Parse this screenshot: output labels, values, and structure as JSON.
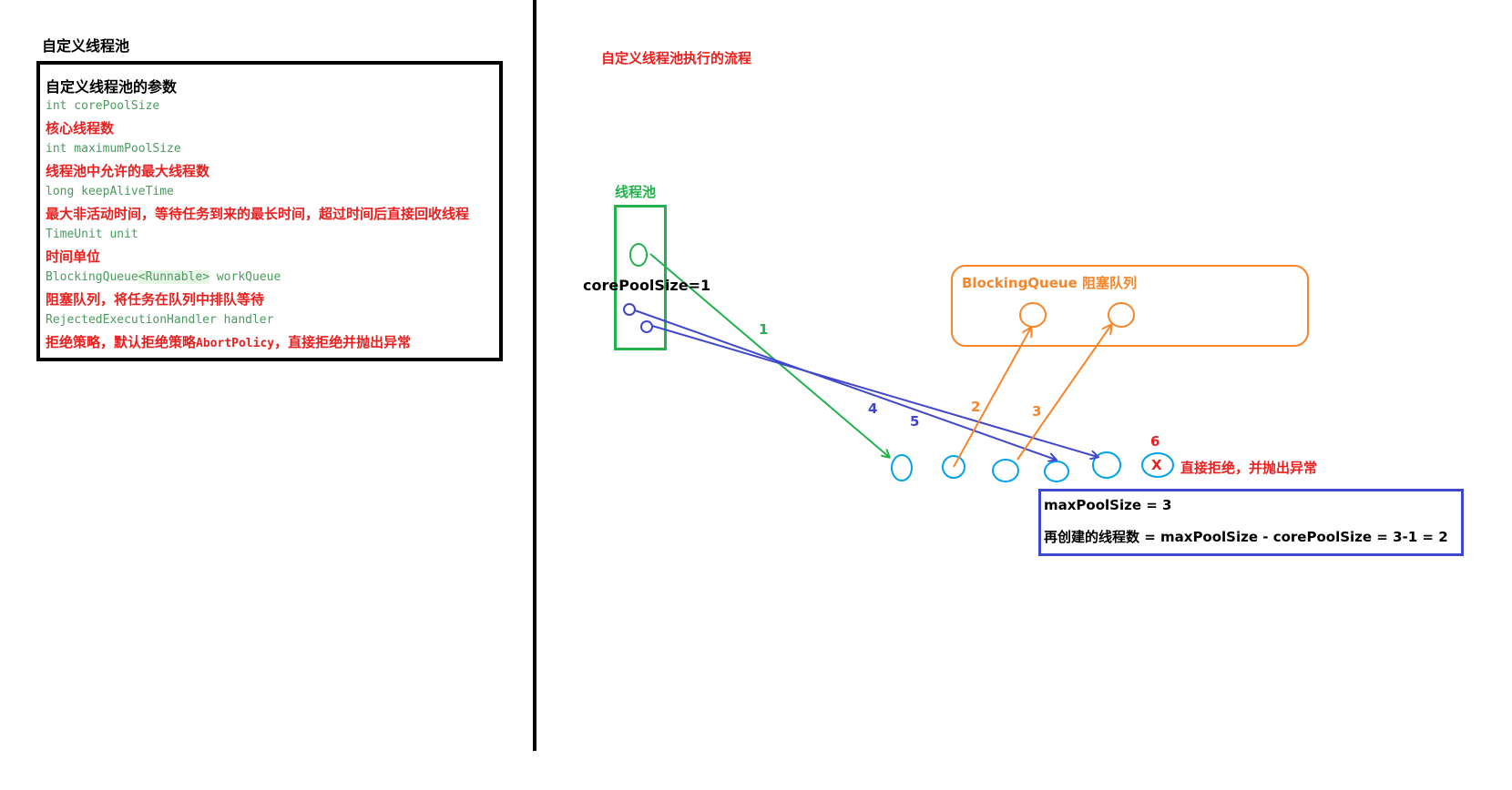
{
  "left_panel": {
    "title": "自定义线程池",
    "params_heading": "自定义线程池的参数",
    "params": [
      {
        "code": "int corePoolSize",
        "desc": "核心线程数"
      },
      {
        "code": "int maximumPoolSize",
        "desc": "线程池中允许的最大线程数"
      },
      {
        "code": "long keepAliveTime",
        "desc": "最大非活动时间，等待任务到来的最长时间，超过时间后直接回收线程"
      },
      {
        "code": "TimeUnit unit",
        "desc": "时间单位"
      },
      {
        "code_prefix": "BlockingQueue",
        "code_generic": "<Runnable>",
        "code_suffix": " workQueue",
        "desc": "阻塞队列，将任务在队列中排队等待"
      },
      {
        "code": "RejectedExecutionHandler handler",
        "desc_prefix": "拒绝策略，默认拒绝策略",
        "desc_code": "AbortPolicy",
        "desc_suffix": "，直接拒绝并抛出异常"
      }
    ]
  },
  "diagram": {
    "title": "自定义线程池执行的流程",
    "pool_label": "线程池",
    "core_pool_label": "corePoolSize=1",
    "queue_label": "BlockingQueue 阻塞队列",
    "arrow_labels": {
      "a1": "1",
      "a2": "2",
      "a3": "3",
      "a4": "4",
      "a5": "5",
      "a6": "6"
    },
    "reject_mark": "X",
    "reject_text": "直接拒绝，并抛出异常",
    "max_pool_line": "maxPoolSize =  3",
    "extra_threads_line": "再创建的线程数 = maxPoolSize - corePoolSize = 3-1 = 2"
  },
  "colors": {
    "red": "#e8201f",
    "green": "#22b14c",
    "orange": "#f7852a",
    "blue": "#3f48cc",
    "cyan": "#00a2e8",
    "code_green": "#4a9a5e"
  }
}
